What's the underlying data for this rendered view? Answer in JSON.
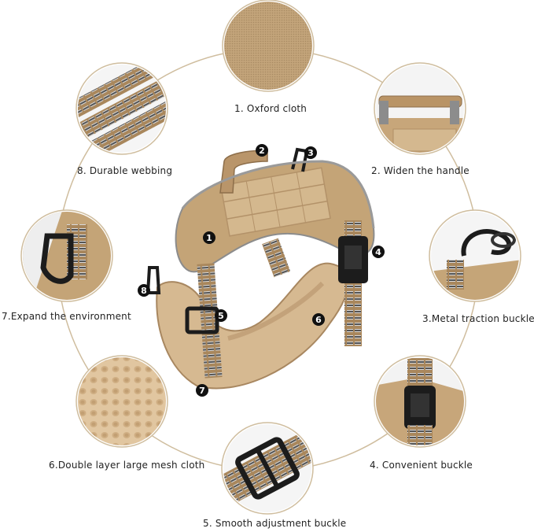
{
  "colors": {
    "tan": "#b99a6f",
    "tan_light": "#d3b98f",
    "tan_dark": "#8f7350",
    "black": "#1c1c1c",
    "ring": "#c9b493",
    "reflective": "#c8c8c8"
  },
  "features": [
    {
      "label": "1. Oxford cloth",
      "icon": "oxford-cloth-swatch"
    },
    {
      "label": "2. Widen the handle",
      "icon": "handle-closeup"
    },
    {
      "label": "3.Metal traction buckle",
      "icon": "metal-buckle-closeup"
    },
    {
      "label": "4. Convenient buckle",
      "icon": "convenient-buckle-closeup"
    },
    {
      "label": "5. Smooth adjustment buckle",
      "icon": "adjustment-buckle-closeup"
    },
    {
      "label": "6.Double layer large mesh cloth",
      "icon": "mesh-cloth-swatch"
    },
    {
      "label": "7.Expand the environment",
      "icon": "d-ring-closeup"
    },
    {
      "label": "8. Durable webbing",
      "icon": "webbing-closeup"
    }
  ],
  "markers": [
    "1",
    "2",
    "3",
    "4",
    "5",
    "6",
    "7",
    "8"
  ]
}
